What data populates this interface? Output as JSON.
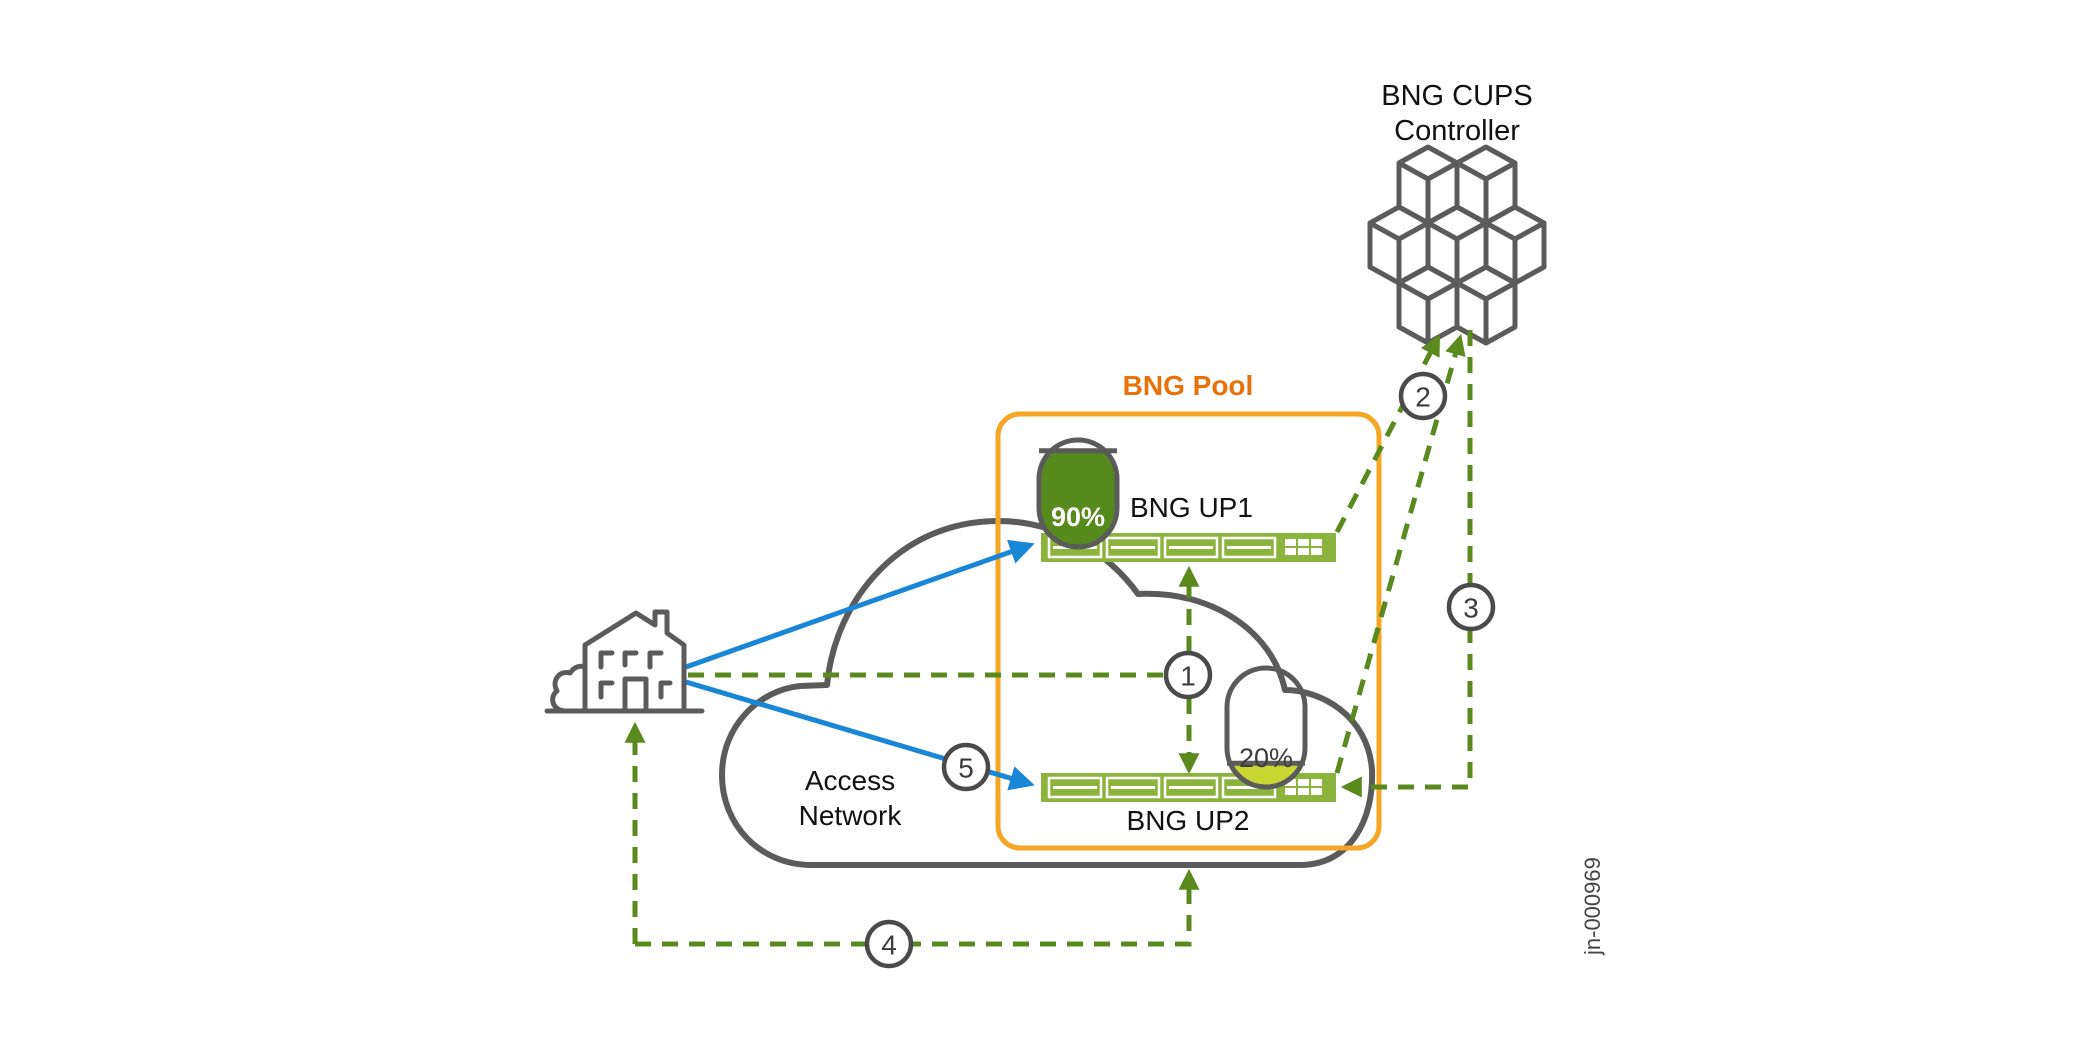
{
  "title": "BNG CUPS load-based subscriber steering",
  "controller": {
    "line1": "BNG CUPS",
    "line2": "Controller",
    "icon": "cube-cluster-icon"
  },
  "pool": {
    "label": "BNG Pool"
  },
  "access_network": {
    "line1": "Access",
    "line2": "Network",
    "icon": "cloud-icon"
  },
  "subscriber": {
    "icon": "house-icon"
  },
  "up1": {
    "label": "BNG UP1",
    "load_label": "90%",
    "load": 0.9
  },
  "up2": {
    "label": "BNG UP2",
    "load_label": "20%",
    "load": 0.2
  },
  "steps": [
    "1",
    "2",
    "3",
    "4",
    "5"
  ],
  "figure_id": "jn-000969",
  "colors": {
    "link_blue": "#1a86d6",
    "control_green": "#5a8a1e",
    "router_green": "#8ab43c",
    "high_load": "#568a1c",
    "low_load": "#c8d631",
    "pool_border": "#f5a623",
    "pool_text": "#e8710a",
    "outline_gray": "#5b5b5b"
  }
}
